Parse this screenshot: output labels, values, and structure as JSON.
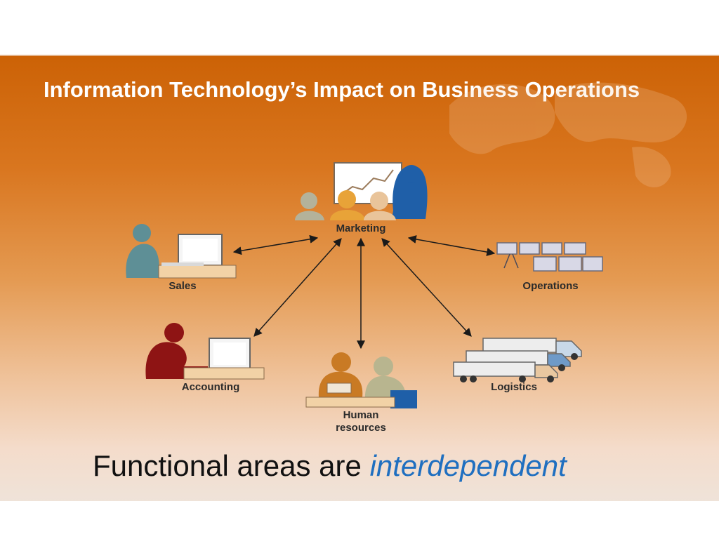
{
  "slide": {
    "title": "Information Technology’s Impact on Business Operations",
    "subtitle_plain": "Functional areas are",
    "subtitle_emphasis": "interdependent"
  },
  "diagram": {
    "hub": {
      "label": "Marketing"
    },
    "nodes": [
      {
        "id": "sales",
        "label": "Sales"
      },
      {
        "id": "operations",
        "label": "Operations"
      },
      {
        "id": "accounting",
        "label": "Accounting"
      },
      {
        "id": "human-resources",
        "label_line1": "Human",
        "label_line2": "resources"
      },
      {
        "id": "logistics",
        "label": "Logistics"
      }
    ],
    "connections": [
      [
        "Marketing",
        "Sales"
      ],
      [
        "Marketing",
        "Operations"
      ],
      [
        "Marketing",
        "Accounting"
      ],
      [
        "Marketing",
        "Human resources"
      ],
      [
        "Marketing",
        "Logistics"
      ]
    ]
  },
  "colors": {
    "accent_orange": "#cc6206",
    "emphasis_blue": "#1f6fc0",
    "title_text": "#ffffff"
  }
}
